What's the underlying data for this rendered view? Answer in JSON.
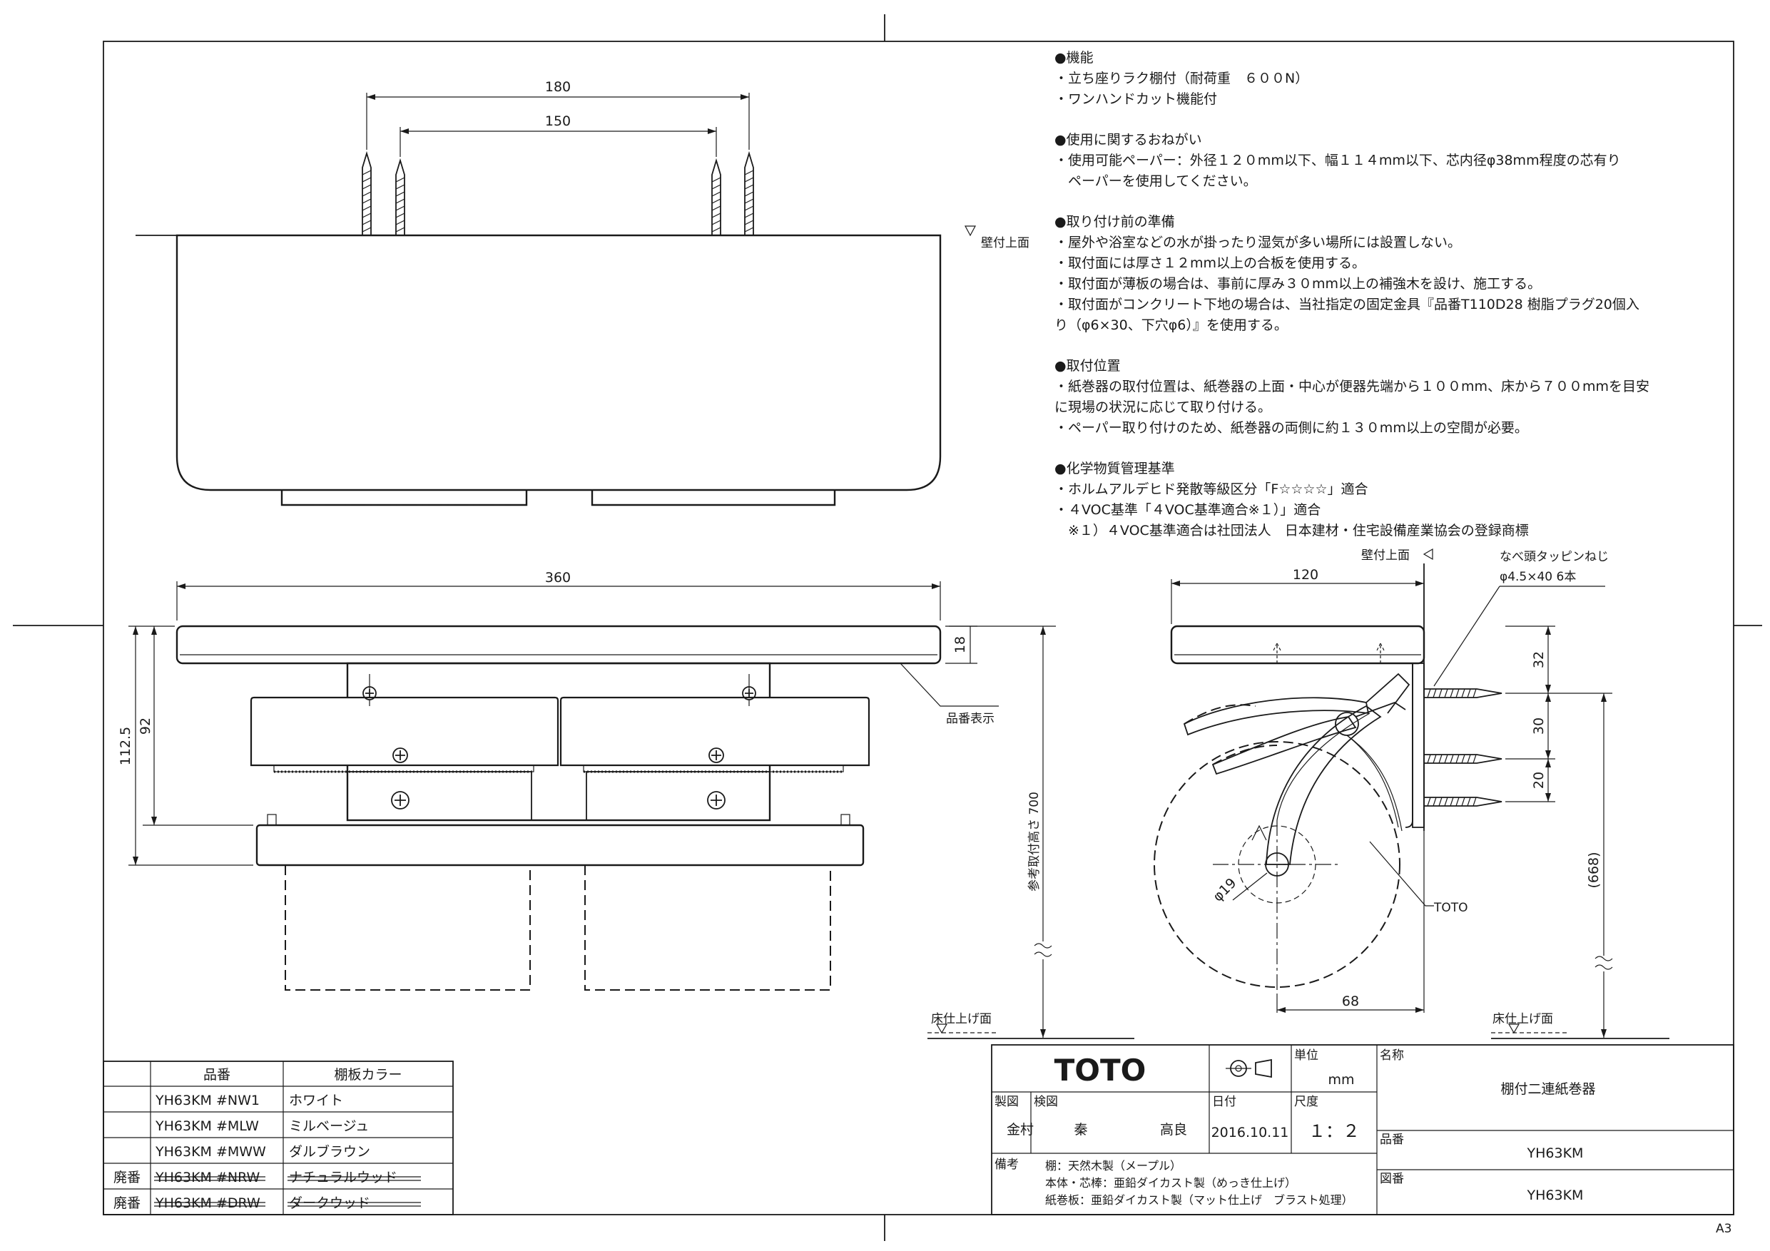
{
  "notes": [
    {
      "head": "●機能",
      "lines": [
        "・立ち座りラク棚付（耐荷重　６００N）",
        "・ワンハンドカット機能付"
      ]
    },
    {
      "head": "●使用に関するおねがい",
      "lines": [
        "・使用可能ペーパー：外径１２０mm以下、幅１１４mm以下、芯内径φ38mm程度の芯有り",
        "　ペーパーを使用してください。"
      ]
    },
    {
      "head": "●取り付け前の準備",
      "lines": [
        "・屋外や浴室などの水が掛ったり湿気が多い場所には設置しない。",
        "・取付面には厚さ１２mm以上の合板を使用する。",
        "・取付面が薄板の場合は、事前に厚み３０mm以上の補強木を設け、施工する。",
        "・取付面がコンクリート下地の場合は、当社指定の固定金具『品番T110D28 樹脂プラグ20個入",
        "り（φ6×30、下穴φ6）』を使用する。"
      ]
    },
    {
      "head": "●取付位置",
      "lines": [
        "・紙巻器の取付位置は、紙巻器の上面・中心が便器先端から１００mm、床から７００mmを目安",
        "に現場の状況に応じて取り付ける。",
        "・ペーパー取り付けのため、紙巻器の両側に約１３０mm以上の空間が必要。"
      ]
    },
    {
      "head": "●化学物質管理基準",
      "lines": [
        "・ホルムアルデヒド発散等級区分「F☆☆☆☆」適合",
        "・４VOC基準「４VOC基準適合※１）」適合",
        "　※１）４VOC基準適合は社団法人　日本建材・住宅設備産業協会の登録商標"
      ]
    }
  ],
  "top_view": {
    "dim_outer": "180",
    "dim_inner": "150",
    "wall_label": "壁付上面"
  },
  "front_view": {
    "dim_width": "360",
    "dim_shelf": "18",
    "dim_92": "92",
    "dim_112": "112.5",
    "label_part_no": "品番表示",
    "label_height": "参考取付高さ 700"
  },
  "side_view": {
    "wall_label": "壁付上面",
    "dim_120": "120",
    "screw_label_1": "なべ頭タッピンねじ",
    "screw_label_2": "φ4.5×40  6本",
    "dim_32": "32",
    "dim_30": "30",
    "dim_20": "20",
    "dim_668": "(668)",
    "dim_phi19": "φ19",
    "dim_68": "68",
    "brand_label": "TOTO"
  },
  "floor_label": "床仕上げ面",
  "color_table": {
    "headers": [
      "品番",
      "棚板カラー"
    ],
    "rows": [
      {
        "status": "",
        "code": "YH63KM #NW1",
        "color": "ホワイト",
        "discontinued": false
      },
      {
        "status": "",
        "code": "YH63KM #MLW",
        "color": "ミルベージュ",
        "discontinued": false
      },
      {
        "status": "",
        "code": "YH63KM #MWW",
        "color": "ダルブラウン",
        "discontinued": false
      },
      {
        "status": "廃番",
        "code": "YH63KM #NRW",
        "color": "ナチュラルウッド",
        "discontinued": true
      },
      {
        "status": "廃番",
        "code": "YH63KM #DRW",
        "color": "ダークウッド",
        "discontinued": true
      }
    ]
  },
  "title_block": {
    "logo": "TOTO",
    "unit_label": "単位",
    "unit": "mm",
    "name_label": "名称",
    "name": "棚付二連紙巻器",
    "drawn_label": "製図",
    "drawn_by": "金村",
    "checked_label": "検図",
    "checked_by_1": "秦",
    "checked_by_2": "高良",
    "date_label": "日付",
    "date": "2016.10.11",
    "scale_label": "尺度",
    "scale": "１：２",
    "part_label": "品番",
    "part": "YH63KM",
    "remarks_label": "備考",
    "remarks": [
      "棚：天然木製（メープル）",
      "本体・芯棒：亜鉛ダイカスト製（めっき仕上げ）",
      "紙巻板：亜鉛ダイカスト製（マット仕上げ　ブラスト処理）"
    ],
    "drawing_no_label": "図番",
    "drawing_no": "YH63KM"
  },
  "sheet_size": "A3"
}
